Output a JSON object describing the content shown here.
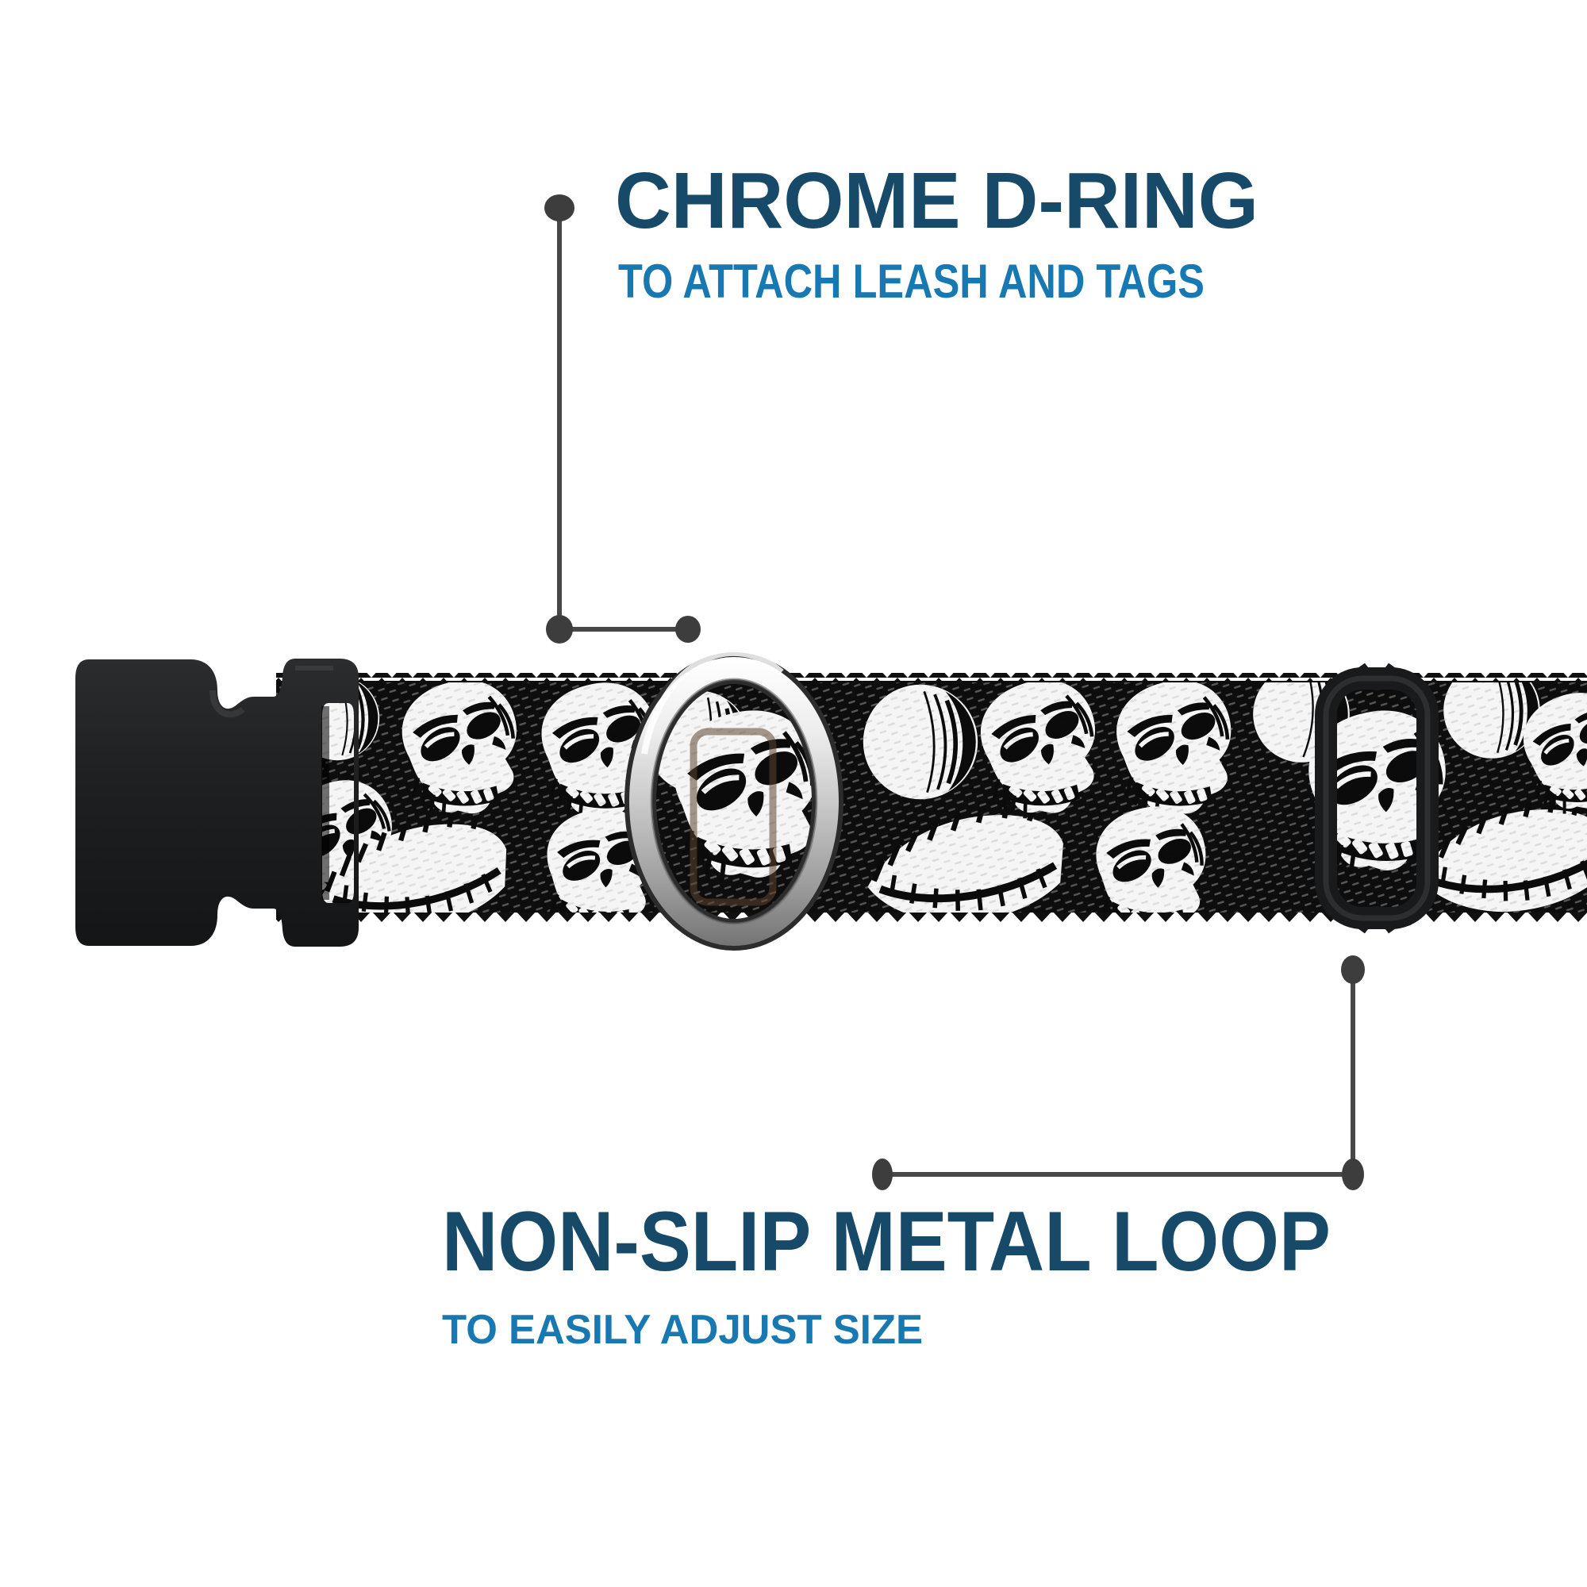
{
  "image": {
    "background": "#ffffff",
    "description": "Black and white skull print dog collar with black side-release buckle, chrome D-ring and black tri-glide adjuster, annotated with two feature callouts"
  },
  "callouts": {
    "top": {
      "title": "CHROME D-RING",
      "subtitle": "TO ATTACH LEASH AND TAGS"
    },
    "bottom": {
      "title": "NON-SLIP METAL LOOP",
      "subtitle": "TO EASILY ADJUST SIZE"
    }
  },
  "colors": {
    "title_navy": "#164a68",
    "subtitle_blue": "#1878b2",
    "callout_gray": "#3d3d3d",
    "strap_black": "#0d0d0d",
    "skull_white": "#f5f5f5",
    "plastic_black": "#1e1f21",
    "chrome_light": "#f4f4f4",
    "chrome_dark": "#777777"
  }
}
